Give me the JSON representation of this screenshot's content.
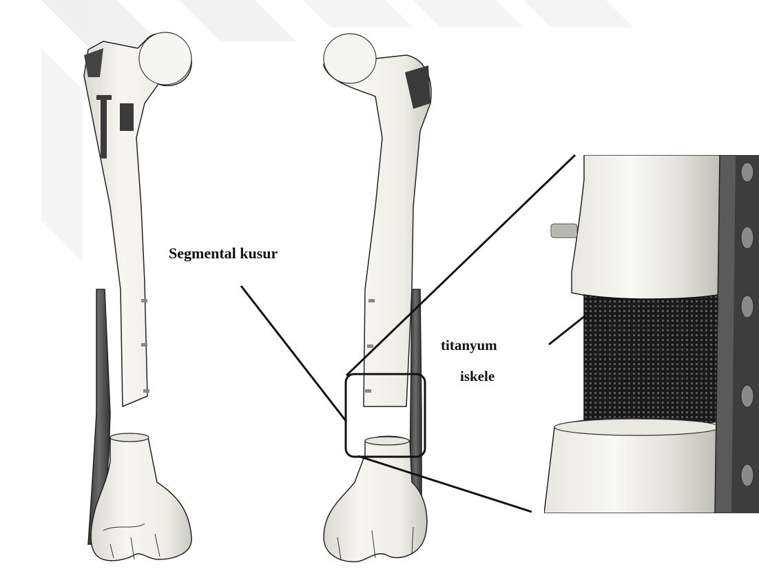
{
  "labels": {
    "defect": "Segmental kusur",
    "scaffold_line1": "titanyum",
    "scaffold_line2": "iskele"
  },
  "colors": {
    "background": "#ffffff",
    "bone": "#f0efeb",
    "bone_shade": "#d6d5d0",
    "plate": "#4a4a4a",
    "plate_light": "#7a7a7a",
    "scaffold": "#1e1e1e",
    "outline": "#111111",
    "watermark": "#ececec"
  }
}
